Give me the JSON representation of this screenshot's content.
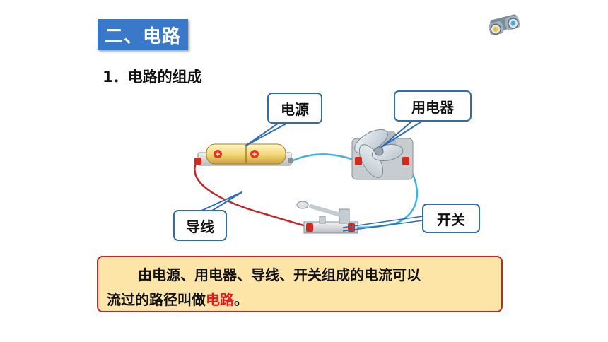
{
  "section": {
    "title": "二、电路"
  },
  "heading": "1．电路的组成",
  "labels": {
    "source": "电源",
    "appliance": "用电器",
    "wire": "导线",
    "switch": "开关"
  },
  "definition": {
    "line1": "由电源、用电器、导线、开关组成的电流可以",
    "line2_prefix": "流过的路径叫做",
    "line2_term": "电路",
    "line2_suffix": "。"
  },
  "icons": {
    "corner": "binoculars-icon",
    "battery": "battery-icon",
    "fan": "fan-icon",
    "switch": "knife-switch-icon"
  },
  "colors": {
    "title_bg": "#3a78c9",
    "callout_border": "#2e6db4",
    "definition_bg": "#fde5a8",
    "definition_border": "#c0272d",
    "term_highlight": "#e8171d",
    "wire_red": "#c0272d",
    "wire_blue": "#3fb0e6"
  }
}
